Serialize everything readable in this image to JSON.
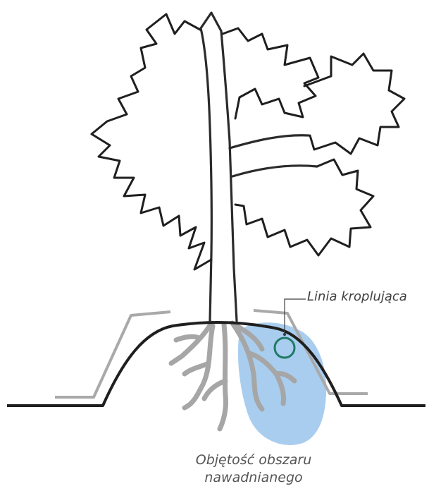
{
  "labels": {
    "drip_line": "Linia kroplująca",
    "wetted_volume_line1": "Objętość obszaru",
    "wetted_volume_line2": "nawadnianego"
  },
  "colors": {
    "outline": "#1f1f1f",
    "trunk_outline": "#2b2b2b",
    "mulch": "#a9a9a9",
    "roots": "#a6a6a6",
    "wetted_zone": "#a9cdee",
    "drip_emitter": "#1f7a68",
    "text": "#3f3f3f"
  },
  "icons": {
    "plant": "tomato-plant-icon",
    "drip_emitter": "drip-emitter-icon"
  }
}
